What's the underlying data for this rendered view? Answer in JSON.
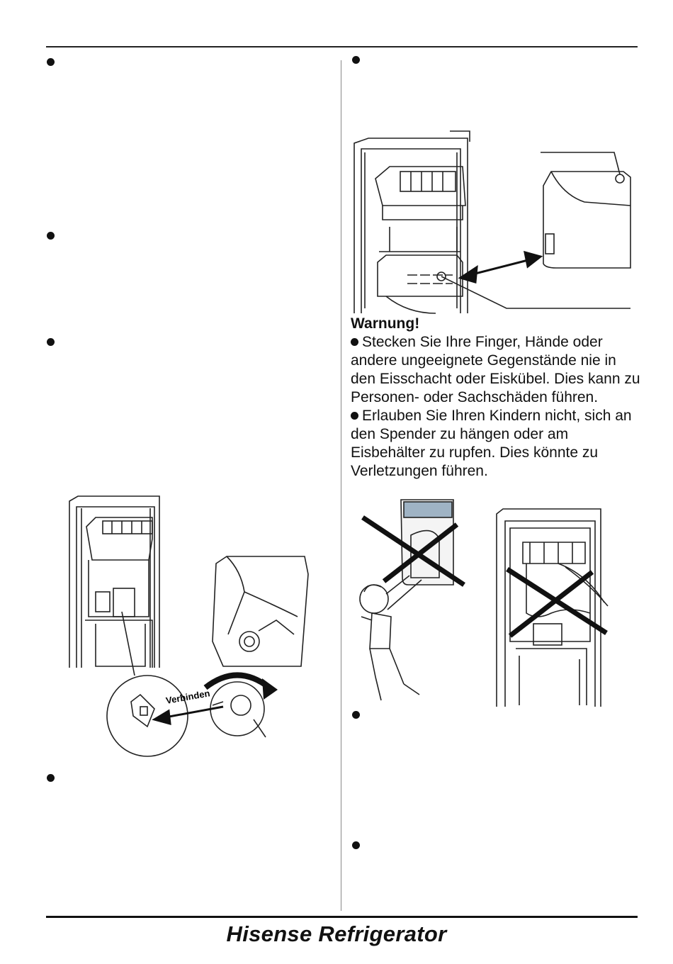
{
  "warning": {
    "title": "Warnung!",
    "items": [
      "Stecken Sie Ihre Finger, Hände oder andere ungeeignete Gegenstände nie in den Eisschacht oder Eiskübel. Dies kann zu Personen- oder Sachschäden führen.",
      "Erlauben Sie Ihren Kindern nicht, sich an den Spender zu hängen oder am Eisbehälter zu rupfen. Dies könnte zu Verletzungen führen."
    ]
  },
  "figures": {
    "connect_label": "Verbinden"
  },
  "footer": {
    "brand": "Hisense Refrigerator"
  }
}
